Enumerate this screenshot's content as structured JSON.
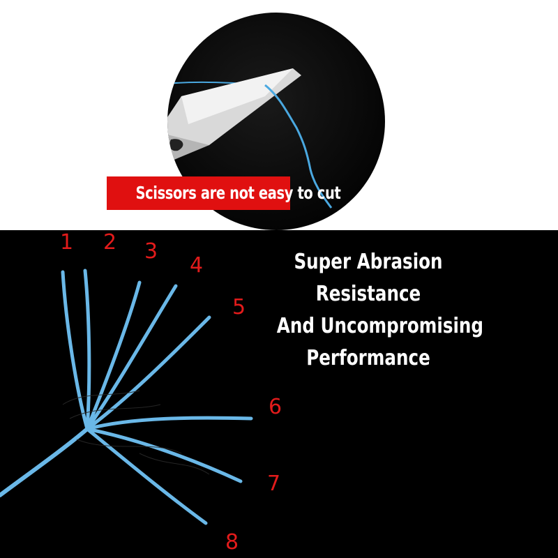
{
  "top_panel": {
    "banner_text": "Scissors are not easy to cut",
    "colors": {
      "banner": "#e01010",
      "line": "#4aa8e0"
    }
  },
  "bottom_panel": {
    "strand_numbers": [
      "1",
      "2",
      "3",
      "4",
      "5",
      "6",
      "7",
      "8"
    ],
    "headline_lines": [
      "Super Abrasion",
      "Resistance",
      "And Uncompromising",
      "Performance"
    ],
    "colors": {
      "numbers": "#e21b1b",
      "strands": "#6ab8e8",
      "background": "#000000"
    }
  }
}
